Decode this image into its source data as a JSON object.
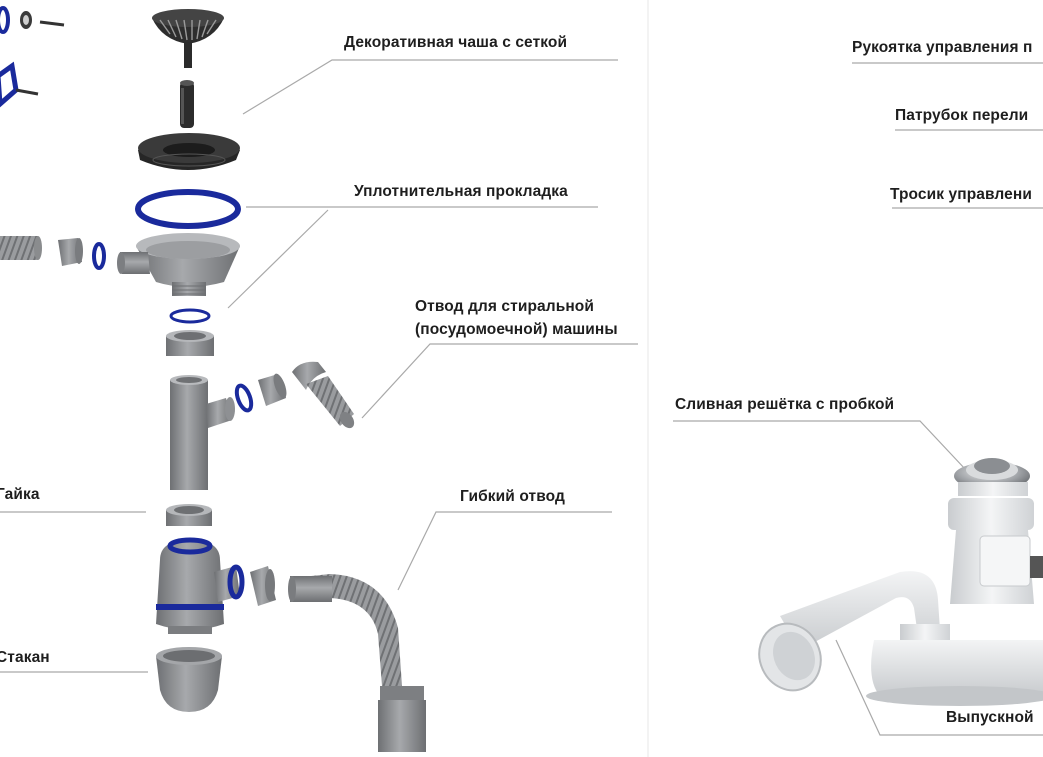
{
  "labels": {
    "decorative_bowl": "Декоративная чаша с сеткой",
    "gasket": "Уплотнительная прокладка",
    "washing_machine_outlet_line1": "Отвод для стиральной",
    "washing_machine_outlet_line2": "(посудомоечной) машины",
    "nut": "Гайка",
    "flexible_outlet": "Гибкий отвод",
    "cup": "Стакан",
    "control_handle": "Рукоятка управления п",
    "overflow_pipe": "Патрубок перели",
    "control_cable": "Тросик управлени",
    "drain_grate_with_plug": "Сливная решётка с пробкой",
    "outlet": "Выпускной"
  },
  "colors": {
    "gray_part": "#8a8c8e",
    "dark_part": "#2b2b2b",
    "blue_ring": "#1a2a9c",
    "white_part": "#eceeef",
    "chrome": "#b9bcc0",
    "leader_line": "#a9a9a9",
    "text": "#1e1e1e"
  }
}
